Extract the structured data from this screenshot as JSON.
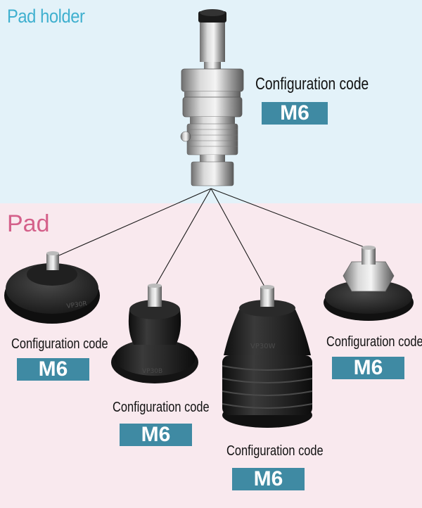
{
  "holder": {
    "title": "Pad holder",
    "config_label": "Configuration code",
    "config_code": "M6"
  },
  "pad": {
    "title": "Pad",
    "items": [
      {
        "name": "flat-pad",
        "config_label": "Configuration code",
        "config_code": "M6",
        "marking": "VP30R"
      },
      {
        "name": "bellows-pad",
        "config_label": "Configuration code",
        "config_code": "M6",
        "marking": "VP30B"
      },
      {
        "name": "multi-bellows-pad",
        "config_label": "Configuration code",
        "config_code": "M6",
        "marking": "VP30W"
      },
      {
        "name": "hex-flat-pad",
        "config_label": "Configuration code",
        "config_code": "M6"
      }
    ]
  },
  "colors": {
    "holder_bg": "#e3f2f9",
    "pad_bg": "#f9e9ee",
    "holder_title": "#3fb0cf",
    "pad_title": "#d4608a",
    "code_badge": "#3f8aa3"
  }
}
